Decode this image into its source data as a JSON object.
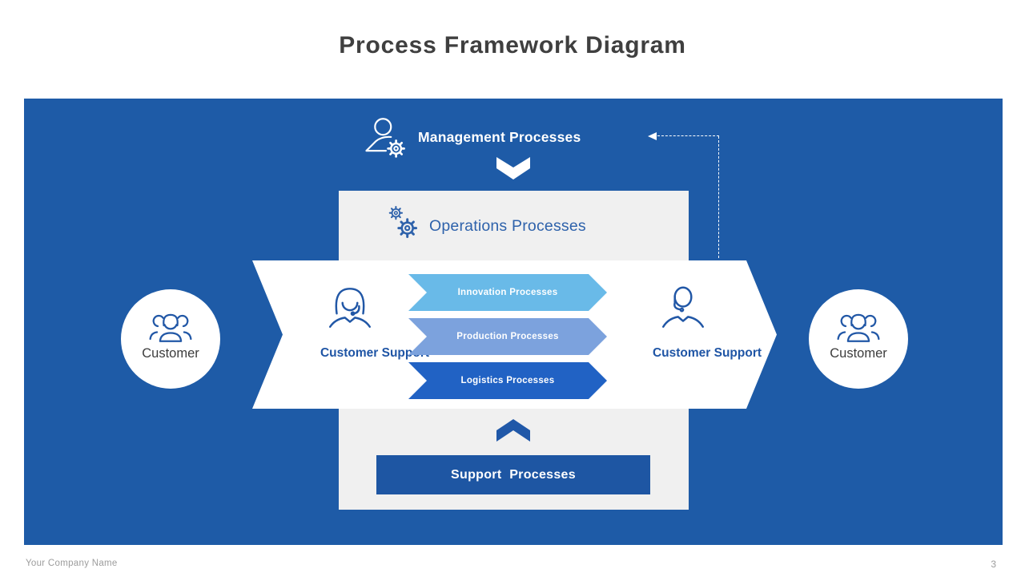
{
  "slide": {
    "title": "Process Framework Diagram",
    "footer_company": "Your Company Name",
    "page_number": "3"
  },
  "colors": {
    "canvas_blue": "#1E5BA7",
    "panel_gray": "#F0F0F0",
    "accent_blue": "#2157A6",
    "support_box_blue": "#1E56A3",
    "title_gray": "#3F3F3F"
  },
  "diagram": {
    "management": {
      "label": "Management Processes",
      "icon": "manager-gear-icon"
    },
    "operations": {
      "label": "Operations Processes",
      "icon": "gears-icon"
    },
    "process_arrows": [
      {
        "label": "Innovation Processes",
        "color": "#69BAE8"
      },
      {
        "label": "Production Processes",
        "color": "#7CA2DD"
      },
      {
        "label": "Logistics Processes",
        "color": "#2162C4"
      }
    ],
    "customer_support_left": {
      "label": "Customer Support",
      "icon": "support-agent-female-icon"
    },
    "customer_support_right": {
      "label": "Customer Support",
      "icon": "support-agent-male-icon"
    },
    "customer_left": {
      "label": "Customer",
      "icon": "customers-group-icon"
    },
    "customer_right": {
      "label": "Customer",
      "icon": "customers-group-icon"
    },
    "support": {
      "label": "Support Processes"
    }
  }
}
